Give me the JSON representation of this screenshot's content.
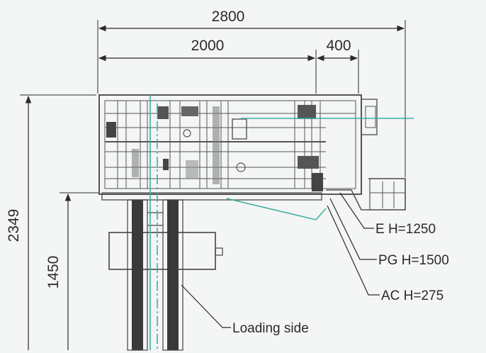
{
  "dimensions": {
    "overall_width": "2800",
    "main_width": "2000",
    "offset_width": "400",
    "overall_height": "2349",
    "lower_height": "1450"
  },
  "callouts": {
    "e_height": "E H=1250",
    "pg_height": "PG H=1500",
    "ac_height": "AC H=275",
    "loading_side": "Loading side"
  },
  "colors": {
    "line": "#2a2a2a",
    "machine": "#555555",
    "axis": "#3fae9e",
    "background": "#f4f5f5"
  }
}
